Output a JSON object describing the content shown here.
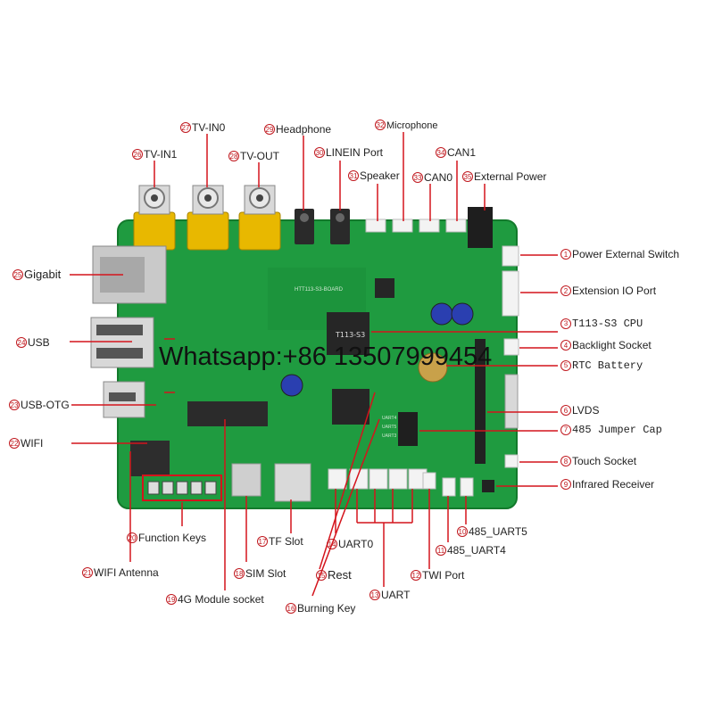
{
  "watermark": "Whatsapp:+86 13507999454",
  "labels": {
    "l1": {
      "num": "1",
      "text": "Power External Switch"
    },
    "l2": {
      "num": "2",
      "text": "Extension IO Port"
    },
    "l3": {
      "num": "3",
      "text": "T113-S3 CPU"
    },
    "l4": {
      "num": "4",
      "text": "Backlight Socket"
    },
    "l5": {
      "num": "5",
      "text": "RTC Battery"
    },
    "l6": {
      "num": "6",
      "text": "LVDS"
    },
    "l7": {
      "num": "7",
      "text": "485 Jumper Cap"
    },
    "l8": {
      "num": "8",
      "text": "Touch Socket"
    },
    "l9": {
      "num": "9",
      "text": "Infrared Receiver"
    },
    "l10": {
      "num": "10",
      "text": "485_UART5"
    },
    "l11": {
      "num": "11",
      "text": "485_UART4"
    },
    "l12": {
      "num": "12",
      "text": "TWI Port"
    },
    "l13": {
      "num": "13",
      "text": "UART"
    },
    "l14": {
      "num": "14",
      "text": "UART0"
    },
    "l15": {
      "num": "15",
      "text": "Rest"
    },
    "l16": {
      "num": "16",
      "text": "Burning Key"
    },
    "l17": {
      "num": "17",
      "text": "TF Slot"
    },
    "l18": {
      "num": "18",
      "text": "SIM Slot"
    },
    "l19": {
      "num": "19",
      "text": "4G Module socket"
    },
    "l20": {
      "num": "20",
      "text": "Function Keys"
    },
    "l21": {
      "num": "21",
      "text": "WIFI Antenna"
    },
    "l22": {
      "num": "22",
      "text": "WIFI"
    },
    "l23": {
      "num": "23",
      "text": "USB-OTG"
    },
    "l24": {
      "num": "24",
      "text": "USB"
    },
    "l25": {
      "num": "25",
      "text": "Gigabit"
    },
    "l26": {
      "num": "26",
      "text": "TV-IN1"
    },
    "l27": {
      "num": "27",
      "text": "TV-IN0"
    },
    "l28": {
      "num": "28",
      "text": "TV-OUT"
    },
    "l29": {
      "num": "29",
      "text": "Headphone"
    },
    "l30": {
      "num": "30",
      "text": "LINEIN Port"
    },
    "l31": {
      "num": "31",
      "text": "Speaker"
    },
    "l32": {
      "num": "32",
      "text": "Microphone"
    },
    "l33": {
      "num": "33",
      "text": "CAN0"
    },
    "l34": {
      "num": "34",
      "text": "CAN1"
    },
    "l35": {
      "num": "35",
      "text": "External Power"
    }
  },
  "board_silk": {
    "cpu_mark": "T113-S3",
    "board_id": "HTT113-S3-BOARD",
    "uart_silk": [
      "UART4",
      "UART5",
      "UART3"
    ]
  },
  "colors": {
    "pcb": "#1e9a3e",
    "pcb_dark": "#14762c",
    "rca_yellow": "#e8b800",
    "leader_red": "#d4141c",
    "marker_red": "#c0181e"
  }
}
